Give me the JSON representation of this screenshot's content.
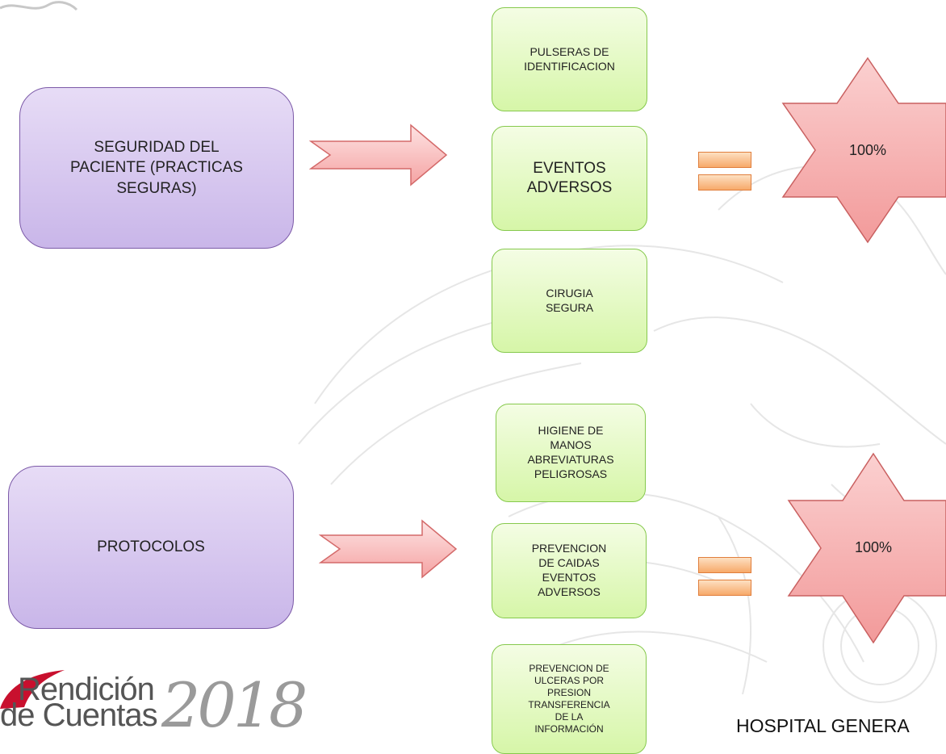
{
  "left_boxes": {
    "safety": "SEGURIDAD DEL\nPACIENTE (PRACTICAS\nSEGURAS)",
    "protocols": "PROTOCOLOS"
  },
  "safety_items": {
    "bracelets": "PULSERAS DE\nIDENTIFICACION",
    "adverse_events": "EVENTOS\nADVERSOS",
    "safe_surgery": "CIRUGIA\nSEGURA"
  },
  "protocol_items": {
    "hand_hygiene": "HIGIENE DE\nMANOS\nABREVIATURAS\nPELIGROSAS",
    "fall_prevention": "PREVENCION\nDE CAIDAS\nEVENTOS\nADVERSOS",
    "ulcer_prevention": "PREVENCION DE\nULCERAS POR\nPRESION\nTRANSFERENCIA\nDE LA\nINFORMACIÓN"
  },
  "results": {
    "safety_percent": "100%",
    "protocols_percent": "100%"
  },
  "footer": {
    "logo_line1": "Rendición",
    "logo_line2": "de Cuentas",
    "logo_year": "2018",
    "hospital_text": "HOSPITAL GENERA"
  },
  "colors": {
    "purple_fill": "#d9ccf0",
    "green_fill": "#e4f9c4",
    "arrow_fill": "#f9b3b3",
    "star_fill": "#f7b0b0",
    "equals_fill": "#f9be8c"
  }
}
